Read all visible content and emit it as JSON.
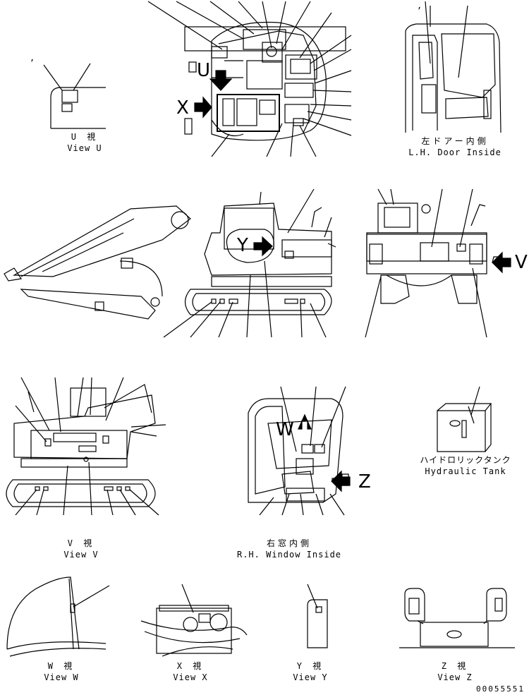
{
  "captions": {
    "view_u": {
      "jp": "U 視",
      "en": "View U"
    },
    "door": {
      "jp": "左ドアー内側",
      "en": "L.H. Door Inside"
    },
    "view_v": {
      "jp": "V 視",
      "en": "View V"
    },
    "window": {
      "jp": "右窓内側",
      "en": "R.H. Window Inside"
    },
    "tank": {
      "jp": "ハイドロリックタンク",
      "en": "Hydraulic Tank"
    },
    "view_w": {
      "jp": "W 視",
      "en": "View W"
    },
    "view_x": {
      "jp": "X 視",
      "en": "View X"
    },
    "view_y": {
      "jp": "Y 視",
      "en": "View Y"
    },
    "view_z": {
      "jp": "Z 視",
      "en": "View Z"
    }
  },
  "view_markers": {
    "u": "U",
    "x": "X",
    "y": "Y",
    "v": "V",
    "w": "W",
    "z": "Z"
  },
  "document_number": "00055551"
}
